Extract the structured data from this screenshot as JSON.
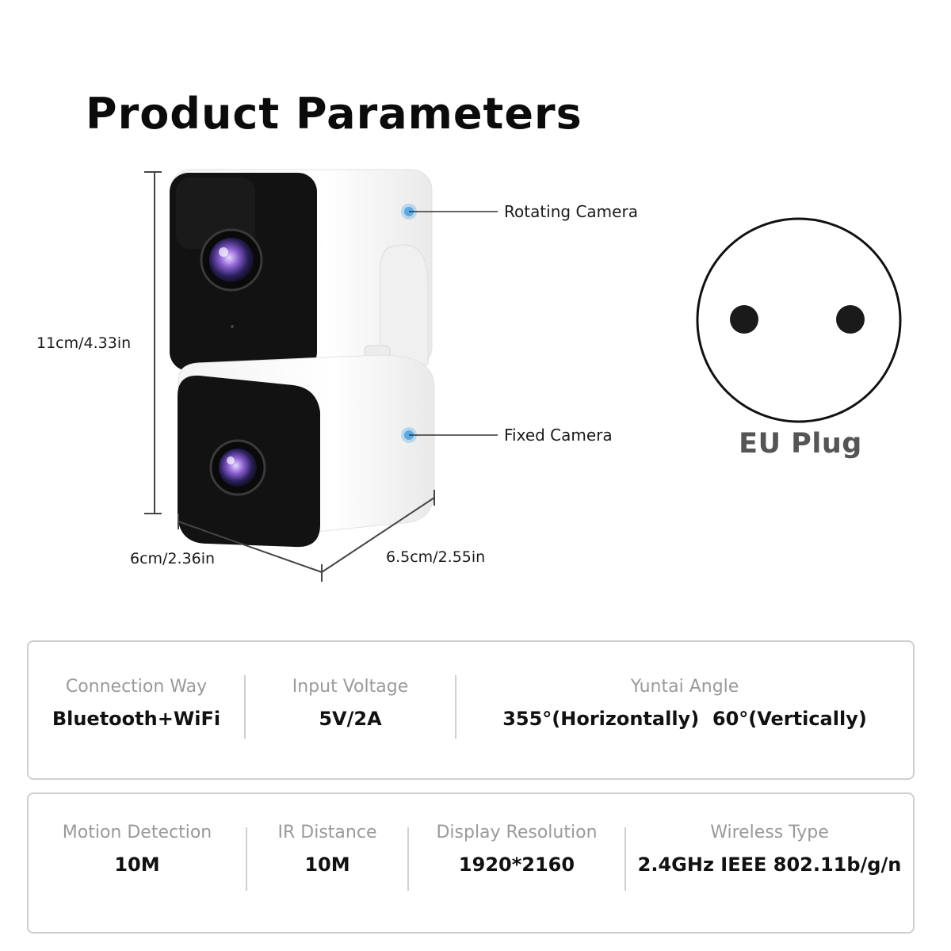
{
  "title": "Product Parameters",
  "dimensions": {
    "height": "11cm/4.33in",
    "width": "6cm/2.36in",
    "depth": "6.5cm/2.55in"
  },
  "callouts": {
    "top": "Rotating Camera",
    "bottom": "Fixed Camera"
  },
  "plug": {
    "label": "EU Plug"
  },
  "specs_row1": [
    {
      "label": "Connection Way",
      "value": "Bluetooth+WiFi"
    },
    {
      "label": "Input Voltage",
      "value": "5V/2A"
    },
    {
      "label": "Yuntai Angle",
      "value": "355°(Horizontally)  60°(Vertically)"
    }
  ],
  "specs_row2": [
    {
      "label": "Motion Detection",
      "value": "10M"
    },
    {
      "label": "IR Distance",
      "value": "10M"
    },
    {
      "label": "Display Resolution",
      "value": "1920*2160"
    },
    {
      "label": "Wireless Type",
      "value": "2.4GHz IEEE 802.11b/g/n"
    }
  ],
  "colors": {
    "callout_dot": "#5aa9e6",
    "panel_border": "#cfcfcf",
    "label_gray": "#9a9a9a"
  }
}
